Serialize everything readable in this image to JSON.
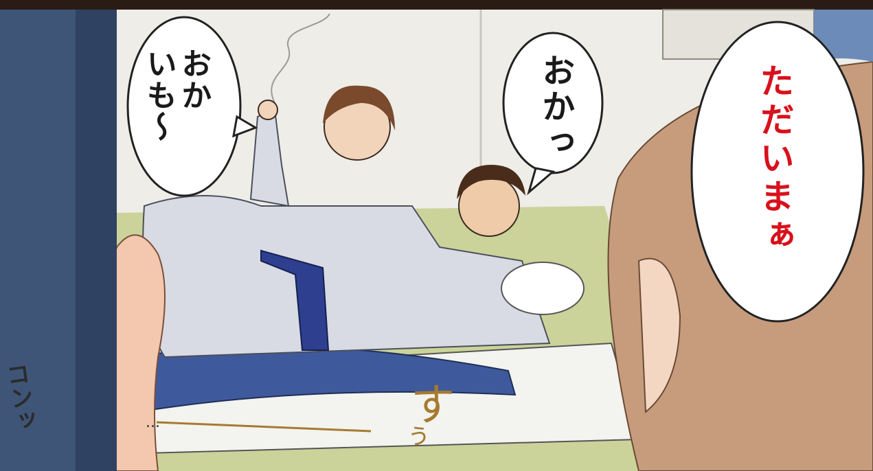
{
  "speech_bubbles": {
    "left_man": "おか\nいも〜",
    "middle_man": "おかっ",
    "woman": "ただいまぁ"
  },
  "sound_effects": {
    "knock": "コンッ",
    "slide": "す",
    "slide_tail": "ぅ"
  },
  "colors": {
    "woman_speech": "#d8111c",
    "sfx_slide": "#a57b2f",
    "yukata_belt": "#2e3f8f",
    "tatami": "#cbd39a"
  }
}
